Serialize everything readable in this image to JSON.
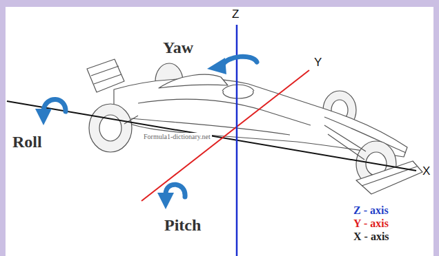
{
  "diagram": {
    "labels": [
      "Z",
      "Yaw",
      "Y",
      "Roll",
      "Formula1-dictionary.net",
      "X",
      "Pitch",
      "Z - axis",
      "Y - axis",
      "X - axis"
    ]
  }
}
